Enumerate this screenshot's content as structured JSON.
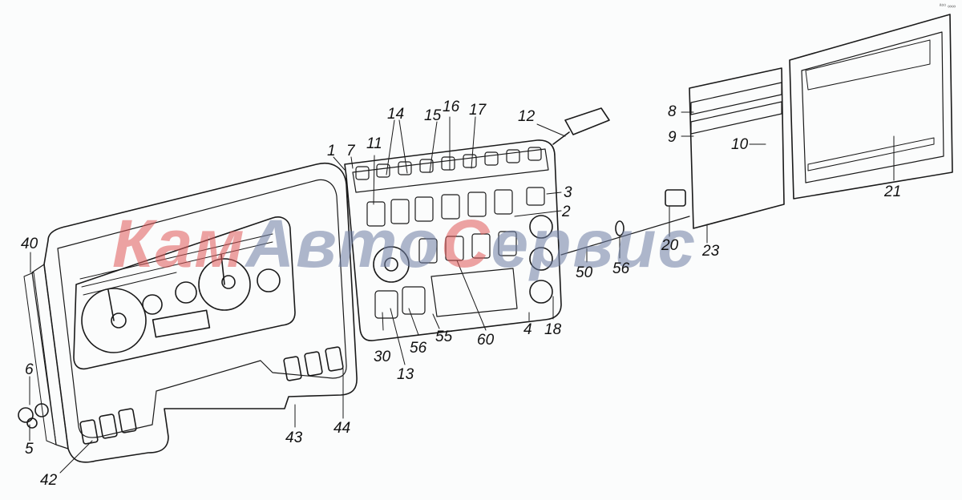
{
  "diagram": {
    "subject": "Instrument panel assembly (exploded view)",
    "watermark": {
      "part1": "Кам",
      "part2": "Авто",
      "part3": "С",
      "part4": "ервис"
    },
    "corner_mark": "ª⁰⁰ ∞∞",
    "callouts": [
      {
        "id": "1",
        "label": "1"
      },
      {
        "id": "2",
        "label": "2"
      },
      {
        "id": "3",
        "label": "3"
      },
      {
        "id": "4",
        "label": "4"
      },
      {
        "id": "5",
        "label": "5"
      },
      {
        "id": "6",
        "label": "6"
      },
      {
        "id": "7",
        "label": "7"
      },
      {
        "id": "8",
        "label": "8"
      },
      {
        "id": "9",
        "label": "9"
      },
      {
        "id": "10",
        "label": "10"
      },
      {
        "id": "11",
        "label": "11"
      },
      {
        "id": "12",
        "label": "12"
      },
      {
        "id": "13",
        "label": "13"
      },
      {
        "id": "14",
        "label": "14"
      },
      {
        "id": "15",
        "label": "15"
      },
      {
        "id": "16",
        "label": "16"
      },
      {
        "id": "17",
        "label": "17"
      },
      {
        "id": "18",
        "label": "18"
      },
      {
        "id": "20",
        "label": "20"
      },
      {
        "id": "21",
        "label": "21"
      },
      {
        "id": "23",
        "label": "23"
      },
      {
        "id": "30",
        "label": "30"
      },
      {
        "id": "40",
        "label": "40"
      },
      {
        "id": "42",
        "label": "42"
      },
      {
        "id": "43",
        "label": "43"
      },
      {
        "id": "44",
        "label": "44"
      },
      {
        "id": "50",
        "label": "50"
      },
      {
        "id": "55",
        "label": "55"
      },
      {
        "id": "56a",
        "label": "56"
      },
      {
        "id": "56b",
        "label": "56"
      },
      {
        "id": "60",
        "label": "60"
      }
    ]
  }
}
